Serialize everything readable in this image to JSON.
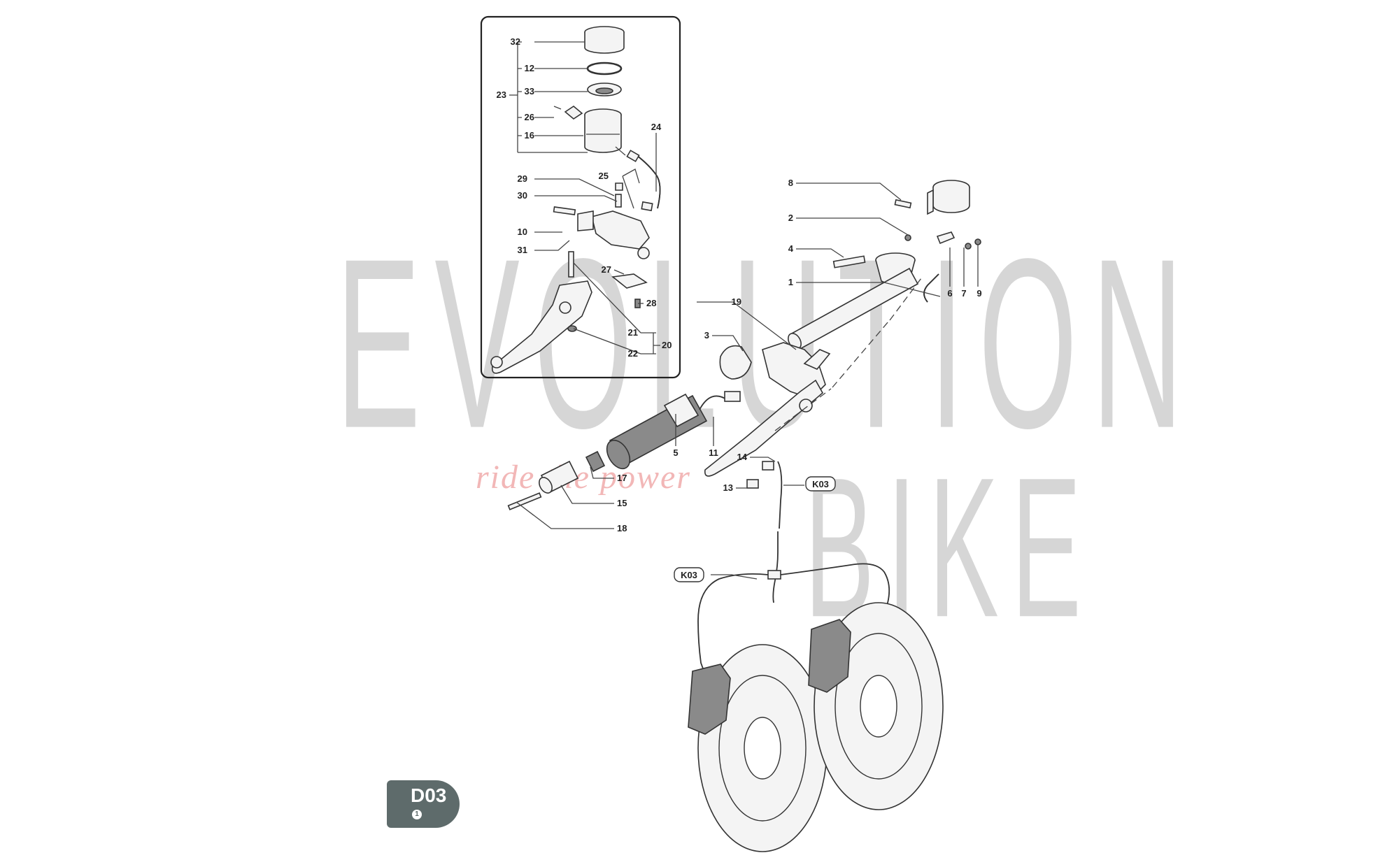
{
  "watermark": {
    "brand_top": "EVOLUTION",
    "brand_bottom": "BIKE",
    "tagline": "ride the power"
  },
  "badge": {
    "code": "D03",
    "sub": "1"
  },
  "reference_tags": {
    "k03_upper": "K03",
    "k03_lower": "K03"
  },
  "callouts": {
    "p32": "32",
    "p12": "12",
    "p33": "33",
    "p23": "23",
    "p26": "26",
    "p16": "16",
    "p24": "24",
    "p25": "25",
    "p29": "29",
    "p30": "30",
    "p10": "10",
    "p31": "31",
    "p27": "27",
    "p28": "28",
    "p21": "21",
    "p20": "20",
    "p22": "22",
    "p8": "8",
    "p2": "2",
    "p4": "4",
    "p1": "1",
    "p6": "6",
    "p7": "7",
    "p9": "9",
    "p19": "19",
    "p3": "3",
    "p5": "5",
    "p11": "11",
    "p14": "14",
    "p13": "13",
    "p17": "17",
    "p15": "15",
    "p18": "18"
  }
}
